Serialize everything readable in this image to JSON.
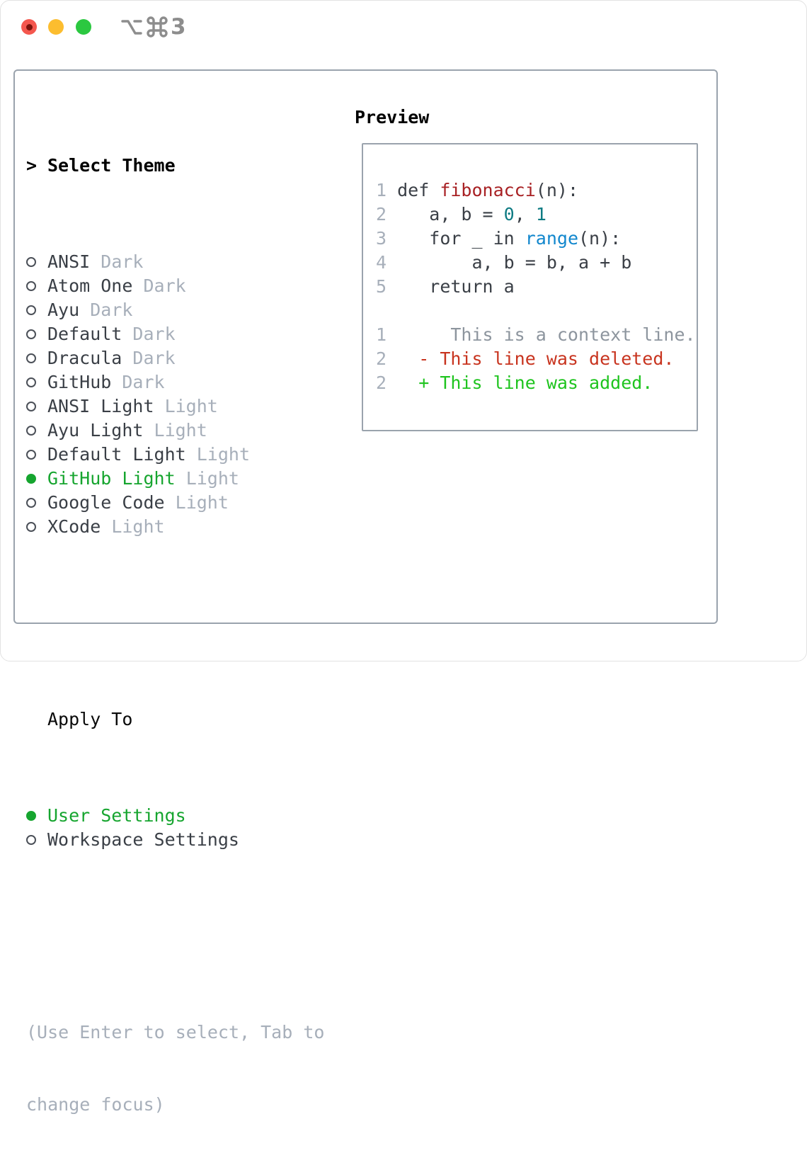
{
  "window": {
    "shortcut": "⌥⌘3",
    "shortcut_digit": "3",
    "traffic_lights": [
      "close-button",
      "minimize-button",
      "zoom-button"
    ]
  },
  "colors": {
    "frame": "#9aa3ad",
    "ink": "#3a3f46",
    "muted": "#a7afba",
    "ring": "#4b5058",
    "green": "#16a52f",
    "green_bright": "#1fc41f",
    "red_del": "#c8341f",
    "crimson": "#a82124",
    "blue": "#1287cd",
    "teal": "#0e7b83",
    "ctx": "#8d959e",
    "title_gray": "#8d8d8d",
    "tl_red": "#f4574e",
    "tl_yellow": "#fcbd2f",
    "tl_green": "#2bc840"
  },
  "theme_panel": {
    "prompt": ">",
    "title": "Select Theme",
    "themes": [
      {
        "name": "ANSI",
        "tag": "Dark",
        "selected": false
      },
      {
        "name": "Atom One",
        "tag": "Dark",
        "selected": false
      },
      {
        "name": "Ayu",
        "tag": "Dark",
        "selected": false
      },
      {
        "name": "Default",
        "tag": "Dark",
        "selected": false
      },
      {
        "name": "Dracula",
        "tag": "Dark",
        "selected": false
      },
      {
        "name": "GitHub",
        "tag": "Dark",
        "selected": false
      },
      {
        "name": "ANSI Light",
        "tag": "Light",
        "selected": false
      },
      {
        "name": "Ayu Light",
        "tag": "Light",
        "selected": false
      },
      {
        "name": "Default Light",
        "tag": "Light",
        "selected": false
      },
      {
        "name": "GitHub Light",
        "tag": "Light",
        "selected": true
      },
      {
        "name": "Google Code",
        "tag": "Light",
        "selected": false
      },
      {
        "name": "XCode",
        "tag": "Light",
        "selected": false
      }
    ],
    "apply_title": "Apply To",
    "apply_options": [
      {
        "label": "User Settings",
        "selected": true
      },
      {
        "label": "Workspace Settings",
        "selected": false
      }
    ],
    "hint_line1": "(Use Enter to select, Tab to",
    "hint_line2": "change focus)"
  },
  "preview": {
    "title": "Preview",
    "lines": [
      {
        "num": "1",
        "segments": [
          {
            "text": " def ",
            "style": "code"
          },
          {
            "text": "fibonacci",
            "style": "func"
          },
          {
            "text": "(n):",
            "style": "code"
          }
        ]
      },
      {
        "num": "2",
        "segments": [
          {
            "text": "    a, b = ",
            "style": "code"
          },
          {
            "text": "0",
            "style": "number"
          },
          {
            "text": ", ",
            "style": "code"
          },
          {
            "text": "1",
            "style": "number"
          }
        ]
      },
      {
        "num": "3",
        "segments": [
          {
            "text": "    for _ in ",
            "style": "code"
          },
          {
            "text": "range",
            "style": "builtin"
          },
          {
            "text": "(n):",
            "style": "code"
          }
        ]
      },
      {
        "num": "4",
        "segments": [
          {
            "text": "        a, b = b, a + b",
            "style": "code"
          }
        ]
      },
      {
        "num": "5",
        "segments": [
          {
            "text": "    return a",
            "style": "code"
          }
        ]
      },
      {
        "num": "",
        "segments": []
      },
      {
        "num": "1",
        "segments": [
          {
            "text": "      This is a context line.",
            "style": "context"
          }
        ]
      },
      {
        "num": "2",
        "segments": [
          {
            "text": "   - This line was deleted.",
            "style": "deleted"
          }
        ]
      },
      {
        "num": "2",
        "segments": [
          {
            "text": "   + This line was added.",
            "style": "added"
          }
        ]
      }
    ]
  }
}
